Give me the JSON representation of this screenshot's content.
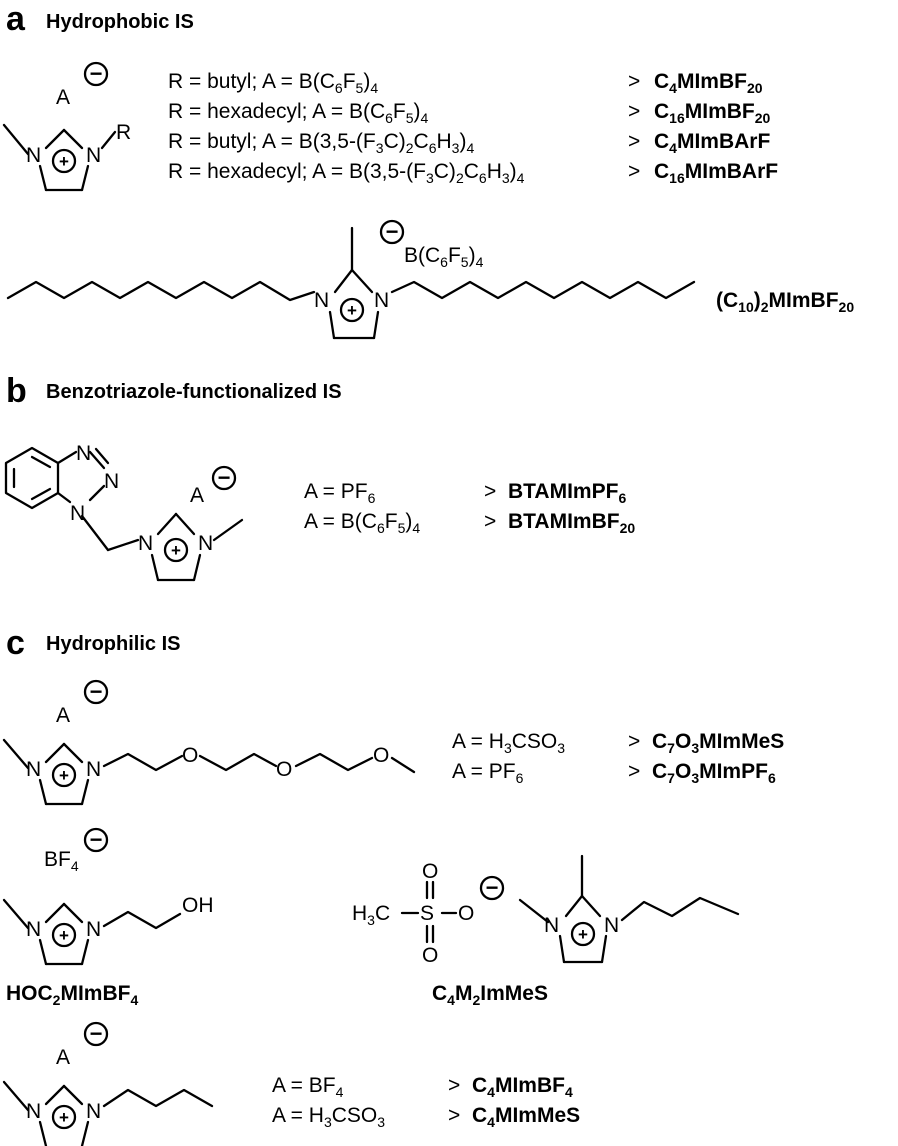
{
  "sections": {
    "a": {
      "letter": "a",
      "title": "Hydrophobic IS",
      "anion": "A",
      "substituent": "R",
      "rows": [
        {
          "condition": [
            "R = butyl; A = B(C",
            "6",
            "F",
            "5",
            ")",
            "4"
          ],
          "product": [
            "C",
            "4",
            "MImBF",
            "20"
          ]
        },
        {
          "condition": [
            "R = hexadecyl; A = B(C",
            "6",
            "F",
            "5",
            ")",
            "4"
          ],
          "product": [
            "C",
            "16",
            "MImBF",
            "20"
          ]
        },
        {
          "condition": [
            "R = butyl; A = B(3,5-(F",
            "3",
            "C)",
            "2",
            "C",
            "6",
            "H",
            "3",
            ")",
            "4"
          ],
          "product": [
            "C",
            "4",
            "MImBArF",
            ""
          ]
        },
        {
          "condition": [
            "R = hexadecyl; A = B(3,5-(F",
            "3",
            "C)",
            "2",
            "C",
            "6",
            "H",
            "3",
            ")",
            "4"
          ],
          "product": [
            "C",
            "16",
            "MImBArF",
            ""
          ]
        }
      ],
      "arrow": ">",
      "dimeric": {
        "anion_parts": [
          "B(C",
          "6",
          "F",
          "5",
          ")",
          "4"
        ],
        "name_parts": [
          "(C",
          "10",
          ")",
          "2",
          "MImBF",
          "20"
        ]
      }
    },
    "b": {
      "letter": "b",
      "title": "Benzotriazole-functionalized IS",
      "anion": "A",
      "rows": [
        {
          "condition": [
            "A = PF",
            "6"
          ],
          "product": [
            "BTAMImPF",
            "6"
          ]
        },
        {
          "condition": [
            "A = B(C",
            "6",
            "F",
            "5",
            ")",
            "4"
          ],
          "product": [
            "BTAMImBF",
            "20"
          ]
        }
      ]
    },
    "c": {
      "letter": "c",
      "title": "Hydrophilic IS",
      "anion": "A",
      "rows1": [
        {
          "condition": [
            "A = H",
            "3",
            "CSO",
            "3"
          ],
          "product": [
            "C",
            "7",
            "O",
            "3",
            "MImMeS"
          ]
        },
        {
          "condition": [
            "A = PF",
            "6"
          ],
          "product": [
            "C",
            "7",
            "O",
            "3",
            "MImPF",
            "6"
          ]
        }
      ],
      "hydroxy": {
        "anion": [
          "BF",
          "4"
        ],
        "oh": "OH",
        "name": [
          "HOC",
          "2",
          "MImBF",
          "4"
        ]
      },
      "mesylate": {
        "h3c": [
          "H",
          "3",
          "C"
        ],
        "s": "S",
        "o": "O",
        "name": [
          "C",
          "4",
          "M",
          "2",
          "ImMeS"
        ]
      },
      "rows2": [
        {
          "condition": [
            "A = BF",
            "4"
          ],
          "product": [
            "C",
            "4",
            "MImBF",
            "4"
          ]
        },
        {
          "condition": [
            "A = H",
            "3",
            "CSO",
            "3"
          ],
          "product": [
            "C",
            "4",
            "MImMeS"
          ]
        }
      ]
    }
  },
  "atoms": {
    "n": "N",
    "o": "O",
    "plus": "+",
    "minus": "−"
  }
}
